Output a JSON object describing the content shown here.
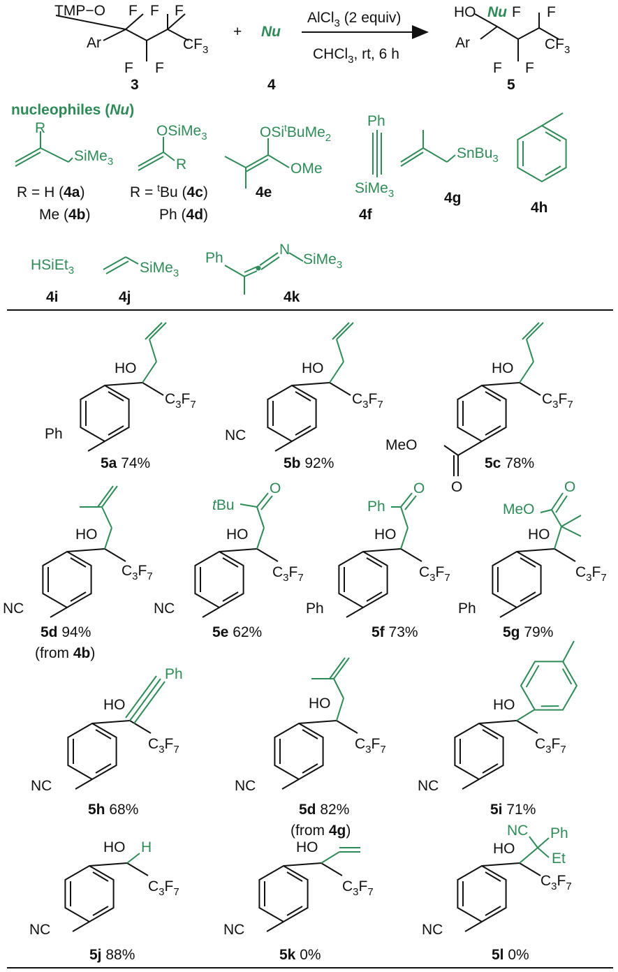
{
  "colors": {
    "text": "#111111",
    "nucleophile": "#2e8b57",
    "background": "#ffffff"
  },
  "reaction": {
    "reagent_tmp": "TMP−O",
    "reagent_ar": "Ar",
    "f": "F",
    "cf3": "CF3",
    "plus": "+",
    "nu": "Nu",
    "conditions_top": "AlCl3 (2 equiv)",
    "conditions_bottom": "CHCl3, rt, 6 h",
    "product_ho": "HO",
    "label_3": "3",
    "label_4": "4",
    "label_5": "5"
  },
  "nucleophiles_title": "nucleophiles (Nu)",
  "nucleophiles": [
    {
      "id": "4a",
      "caption": "R = H (4a)"
    },
    {
      "id": "4b",
      "caption": "Me (4b)"
    },
    {
      "id": "4c",
      "caption": "R = tBu (4c)"
    },
    {
      "id": "4d",
      "caption": "Ph (4d)"
    },
    {
      "id": "4e",
      "caption": "4e"
    },
    {
      "id": "4f",
      "caption": "4f"
    },
    {
      "id": "4g",
      "caption": "4g"
    },
    {
      "id": "4h",
      "caption": "4h"
    },
    {
      "id": "4i",
      "caption": "4i"
    },
    {
      "id": "4j",
      "caption": "4j"
    },
    {
      "id": "4k",
      "caption": "4k"
    }
  ],
  "nucleophile_labels": {
    "r": "R",
    "sime3": "SiMe3",
    "osime3": "OSiMe3",
    "osi_tbume2": "OSitBuMe2",
    "ome": "OMe",
    "ph": "Ph",
    "snbu3": "SnBu3",
    "hsiet3": "HSiEt3",
    "n": "N"
  },
  "products": [
    {
      "id": "5a",
      "yield": "74%",
      "substituent": "Ph"
    },
    {
      "id": "5b",
      "yield": "92%",
      "substituent": "NC"
    },
    {
      "id": "5c",
      "yield": "78%",
      "substituent": "MeO"
    },
    {
      "id": "5d",
      "yield": "94%",
      "note": "(from 4b)",
      "substituent": "NC"
    },
    {
      "id": "5e",
      "yield": "62%",
      "substituent": "NC",
      "nu_label": "tBu"
    },
    {
      "id": "5f",
      "yield": "73%",
      "substituent": "Ph",
      "nu_label": "Ph"
    },
    {
      "id": "5g",
      "yield": "79%",
      "substituent": "Ph",
      "nu_label": "MeO"
    },
    {
      "id": "5h",
      "yield": "68%",
      "substituent": "NC",
      "nu_label": "Ph"
    },
    {
      "id": "5d",
      "yield": "82%",
      "note": "(from 4g)",
      "substituent": "NC"
    },
    {
      "id": "5i",
      "yield": "71%",
      "substituent": "NC"
    },
    {
      "id": "5j",
      "yield": "88%",
      "substituent": "NC",
      "nu_label": "H"
    },
    {
      "id": "5k",
      "yield": "0%",
      "substituent": "NC"
    },
    {
      "id": "5l",
      "yield": "0%",
      "substituent": "NC",
      "nu_label": "NC",
      "nu_label2": "Ph",
      "nu_label3": "Et"
    }
  ],
  "product_labels": {
    "ho": "HO",
    "c3f7": "C3F7",
    "o": "O"
  }
}
